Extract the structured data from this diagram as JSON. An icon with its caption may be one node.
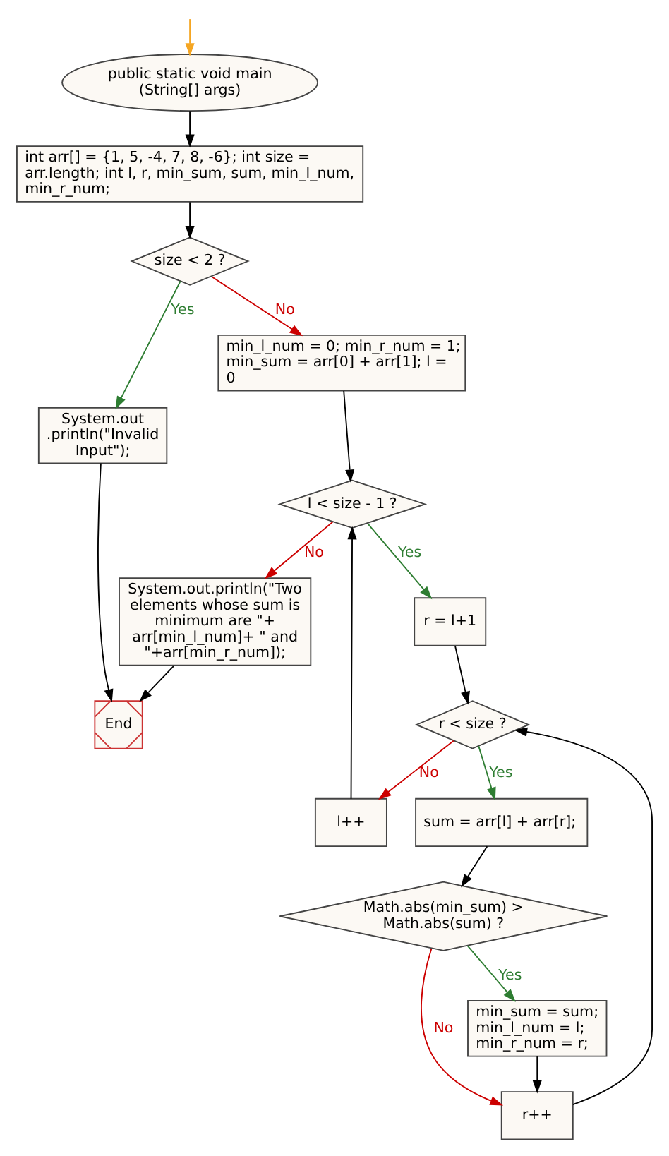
{
  "diagram": {
    "nodes": [
      {
        "text": [
          "public static void main (String[] args)"
        ]
      },
      {
        "text": [
          "int arr[] = {1, 5, -4, 7, 8, -6}; int size = arr.length; int l, r, min_sum, sum, min_l_num, min_r_num;"
        ]
      },
      {
        "text": [
          "size < 2 ?"
        ]
      },
      {
        "text": [
          "min_l_num = 0; min_r_num = 1; min_sum = arr[0] + arr[1]; l = 0"
        ]
      },
      {
        "text": [
          "System.out .println(\"Invalid Input\");"
        ]
      },
      {
        "text": [
          "l < size - 1 ?"
        ]
      },
      {
        "text": [
          "r = l+1"
        ]
      },
      {
        "text": [
          "r < size ?"
        ]
      },
      {
        "text": [
          "sum = arr[l] + arr[r];"
        ]
      },
      {
        "text": [
          "Math.abs(min_sum) > Math.abs(sum) ?"
        ]
      },
      {
        "text": [
          "min_sum = sum; min_l_num = l; min_r_num = r;"
        ]
      },
      {
        "text": [
          "r++"
        ]
      },
      {
        "text": [
          "l++"
        ]
      },
      {
        "text": [
          "System.out.println(\"Two elements whose sum is minimum are \"+ arr[min_l_num]+ \" and \"+arr[min_r_num]);"
        ]
      },
      {
        "text": [
          "End"
        ]
      }
    ],
    "edges": [
      {
        "from": null,
        "to": 0,
        "arrow": "to",
        "color": "#f5a623"
      },
      {
        "from": 0,
        "to": 1,
        "arrow": "to"
      },
      {
        "from": 1,
        "to": 2,
        "arrow": "to"
      },
      {
        "from": 2,
        "to": 3,
        "arrow": "to",
        "label": "No",
        "color": "#cc0000"
      },
      {
        "from": 2,
        "to": 4,
        "arrow": "to",
        "label": "Yes",
        "color": "#2e7d32"
      },
      {
        "from": 3,
        "to": 5,
        "arrow": "to"
      },
      {
        "from": 5,
        "to": 6,
        "arrow": "to",
        "label": "Yes",
        "color": "#2e7d32"
      },
      {
        "from": 5,
        "to": 13,
        "arrow": "to",
        "label": "No",
        "color": "#cc0000"
      },
      {
        "from": 6,
        "to": 7,
        "arrow": "to"
      },
      {
        "from": 7,
        "to": 8,
        "arrow": "to",
        "label": "Yes",
        "color": "#2e7d32"
      },
      {
        "from": 7,
        "to": 12,
        "arrow": "to",
        "label": "No",
        "color": "#cc0000"
      },
      {
        "from": 8,
        "to": 9,
        "arrow": "to"
      },
      {
        "from": 9,
        "to": 10,
        "arrow": "to",
        "label": "Yes",
        "color": "#2e7d32"
      },
      {
        "from": 9,
        "to": 11,
        "arrow": "to",
        "label": "No",
        "color": "#cc0000"
      },
      {
        "from": 10,
        "to": 11,
        "arrow": "to"
      },
      {
        "from": 11,
        "to": 7,
        "arrow": "to"
      },
      {
        "from": 12,
        "to": 5,
        "arrow": "to"
      },
      {
        "from": 13,
        "to": 14,
        "arrow": "to"
      },
      {
        "from": 4,
        "to": 14,
        "arrow": "to"
      }
    ]
  }
}
